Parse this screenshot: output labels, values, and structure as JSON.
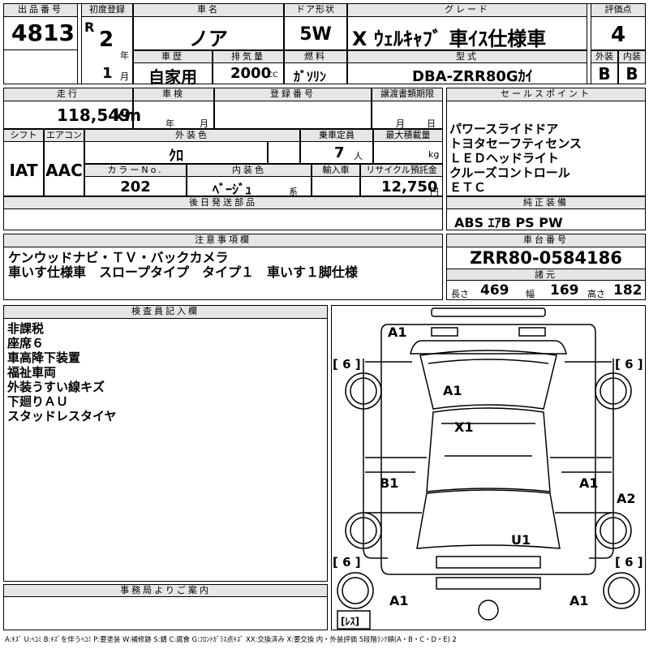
{
  "listing": {
    "lot_no_label": "出品番号",
    "lot_no": "4813",
    "first_reg_label": "初度登録",
    "era": "R",
    "year": "2",
    "year_unit": "年",
    "month": "1",
    "month_unit": "月",
    "name_label": "車名",
    "name": "ノア",
    "doors_label": "ドア形状",
    "doors": "5W",
    "grade_label": "グレード",
    "grade": "X ｳｪﾙｷｬﾌﾞ 車ｲｽ仕様車",
    "score_label": "評価点",
    "score": "4",
    "history_label": "車歴",
    "history": "自家用",
    "displacement_label": "排気量",
    "displacement": "2000",
    "cc": "CC",
    "fuel_label": "燃料",
    "fuel": "ｶﾞｿﾘﾝ",
    "model_label": "型式",
    "model": "DBA-ZRR80Gｶｲ",
    "ext_label": "外装",
    "int_label": "内装",
    "ext_grade": "B",
    "int_grade": "B"
  },
  "details": {
    "mileage_label": "走行",
    "mileage": "118,549",
    "km": "km",
    "inspection_label": "車検",
    "insp_year": "年",
    "insp_month": "月",
    "reg_label": "登録番号",
    "transfer_label": "譲渡書類期限",
    "transfer_month": "月",
    "transfer_day": "日",
    "shift_label": "シフト",
    "shift": "IAT",
    "ac_label": "エアコン",
    "ac": "AAC",
    "color_label": "外装色",
    "color": "ｸﾛ",
    "capacity_label": "乗車定員",
    "capacity": "7",
    "person": "人",
    "load_label": "最大積載量",
    "kg": "kg",
    "color_no_label": "カラーNo.",
    "color_no": "202",
    "interior_label": "内装色",
    "interior": "ﾍﾞｰｼﾞｭ",
    "kei": "系",
    "import_label": "輸入車",
    "recycle_label": "リサイクル預託金",
    "recycle": "12,750",
    "yen": "円",
    "later_label": "後日発送部品"
  },
  "sales": {
    "label": "セールスポイント",
    "points": [
      "パワースライドドア",
      "トヨタセーフティセンス",
      "ＬＥＤヘッドライト",
      "クルーズコントロール",
      "ＥＴＣ"
    ],
    "equip_label": "純正装備",
    "equip": "ABS ｴｱB PS PW"
  },
  "notes": {
    "label": "注意事項欄",
    "line1": "ケンウッドナビ・ＴＶ・バックカメラ",
    "line2": "車いす仕様車　スロープタイプ　タイプ１　車いす１脚仕様"
  },
  "chassis": {
    "label": "車台番号",
    "number": "ZRR80-0584186",
    "dims_label": "諸元",
    "len_label": "長さ",
    "length": "469",
    "wid_label": "幅",
    "width": "169",
    "hgt_label": "高さ",
    "height": "182"
  },
  "inspector": {
    "label": "検査員記入欄",
    "items": [
      "非課税",
      "座席６",
      "車高降下装置",
      "福祉車両",
      "外装うすい線キズ",
      "下廻りＡＵ",
      "スタッドレスタイヤ"
    ]
  },
  "office": {
    "label": "事務局よりご案内"
  },
  "diagram": {
    "marks": [
      "A1",
      "A1",
      "X1",
      "B1",
      "A1",
      "A2",
      "U1",
      "A1",
      "A1"
    ],
    "tires": [
      "[ 6 ]",
      "[ 6 ]",
      "[ 6 ]",
      "[ 6 ]"
    ],
    "spare": "[ﾚｽ]"
  },
  "legend": "A:ｷｽﾞ U:ﾍｺﾐ B:ｷｽﾞを伴うﾍｺﾐ P:要塗装 W:補修跡 S:錆 C:腐食 G:ﾌﾛﾝﾄｶﾞﾗｽ点ｷｽﾞ XX:交換済み X:要交換 内・外装評価 5段階ﾗﾝｸ順(A・B・C・D・E) 2"
}
